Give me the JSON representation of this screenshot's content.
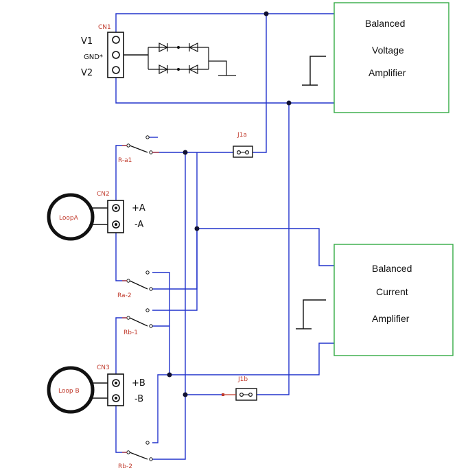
{
  "connectors": {
    "cn1": {
      "name": "CN1",
      "pins": [
        "V1",
        "GND*",
        "V2"
      ]
    },
    "cn2": {
      "name": "CN2",
      "pins": [
        "+A",
        "-A"
      ]
    },
    "cn3": {
      "name": "CN3",
      "pins": [
        "+B",
        "-B"
      ]
    }
  },
  "blocks": {
    "voltage_amp": [
      "Balanced",
      "Voltage",
      "Amplifier"
    ],
    "current_amp": [
      "Balanced",
      "Current",
      "Amplifier"
    ]
  },
  "loops": {
    "a": "LoopA",
    "b": "Loop B"
  },
  "relays": {
    "ra1": "R-a1",
    "ra2": "Ra-2",
    "rb1": "Rb-1",
    "rb2": "Rb-2"
  },
  "jumpers": {
    "j1a": "J1a",
    "j1b": "J1b"
  },
  "colors": {
    "wire": "#2233cc",
    "label": "#c0392b",
    "block_border": "#33aa44"
  }
}
